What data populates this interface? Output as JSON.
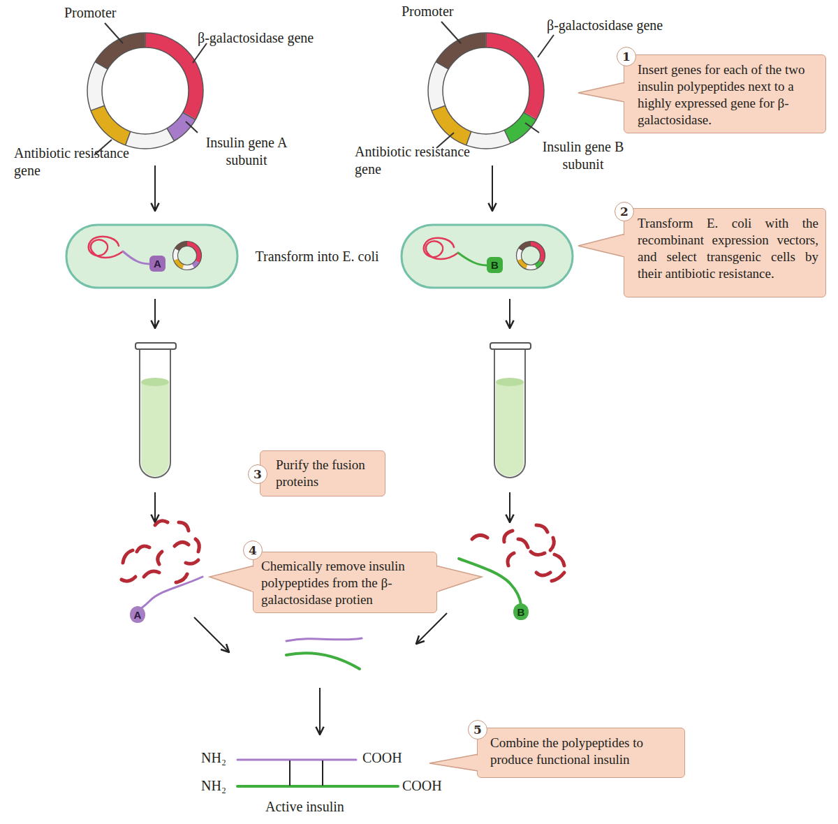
{
  "diagram": {
    "nodes": [
      {
        "text": [
          "Insert genes for each of the two insulin polypeptides next to a highly expressed gene for β-galactosidase."
        ]
      },
      {
        "text": [
          "1"
        ],
        "in": 0
      },
      {
        "text": [
          "Transform E. coli with the recombinant expression vectors, and select transgenic cells by their antibiotic resistance."
        ]
      },
      {
        "text": [
          "2"
        ],
        "in": 2
      },
      {
        "text": [
          "A"
        ]
      },
      {
        "text": [
          "B"
        ]
      },
      {
        "text": [
          "Purify the fusion proteins"
        ]
      },
      {
        "text": [
          "3"
        ],
        "in": 6
      },
      {
        "text": [
          "Chemically remove insulin polypeptides from the β-galactosidase protien"
        ]
      },
      {
        "text": [
          "4"
        ],
        "in": 8
      },
      {
        "text": [
          "A"
        ]
      },
      {
        "text": [
          "B"
        ]
      },
      {
        "text": [
          "Combine the polypeptides to produce functional insulin"
        ]
      },
      {
        "text": [
          "5"
        ],
        "in": 12
      }
    ],
    "labels": [
      "Promoter",
      "β-galactosidase gene",
      "Insulin gene A subunit",
      "Antibiotic resistance gene",
      "Promoter",
      "β-galactosidase gene",
      "Insulin gene B subunit",
      "Antibiotic resistance gene",
      "Transform into E. coli",
      "NH₂",
      "COOH",
      "NH₂",
      "COOH",
      "Active insulin"
    ]
  }
}
